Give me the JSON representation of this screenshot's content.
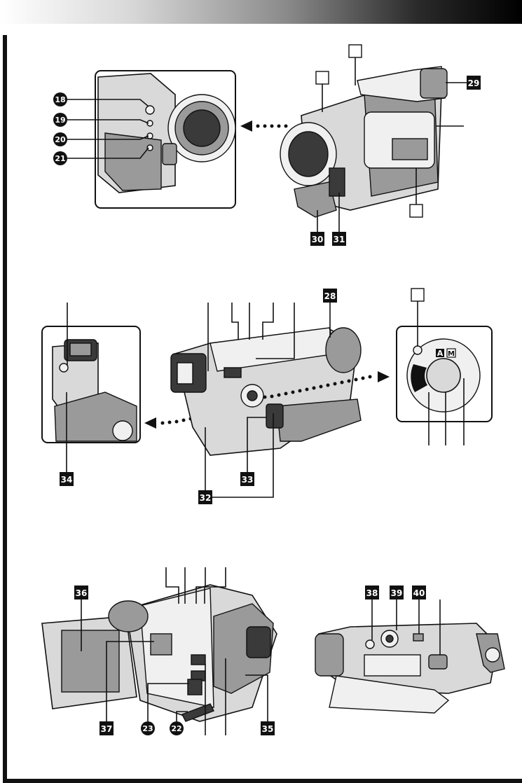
{
  "header": {
    "gradient_from": "#ffffff",
    "gradient_to": "#000000"
  },
  "square_labels": [
    "29",
    "30",
    "31",
    "28",
    "34",
    "33",
    "32",
    "36",
    "37",
    "35",
    "38",
    "39",
    "40"
  ],
  "circle_labels": [
    "18",
    "19",
    "20",
    "21",
    "23",
    "22"
  ],
  "dial_letters": [
    "A",
    "M"
  ],
  "colors": {
    "ink": "#111111",
    "body": "#d9d9d9",
    "dark": "#3a3a3a"
  }
}
